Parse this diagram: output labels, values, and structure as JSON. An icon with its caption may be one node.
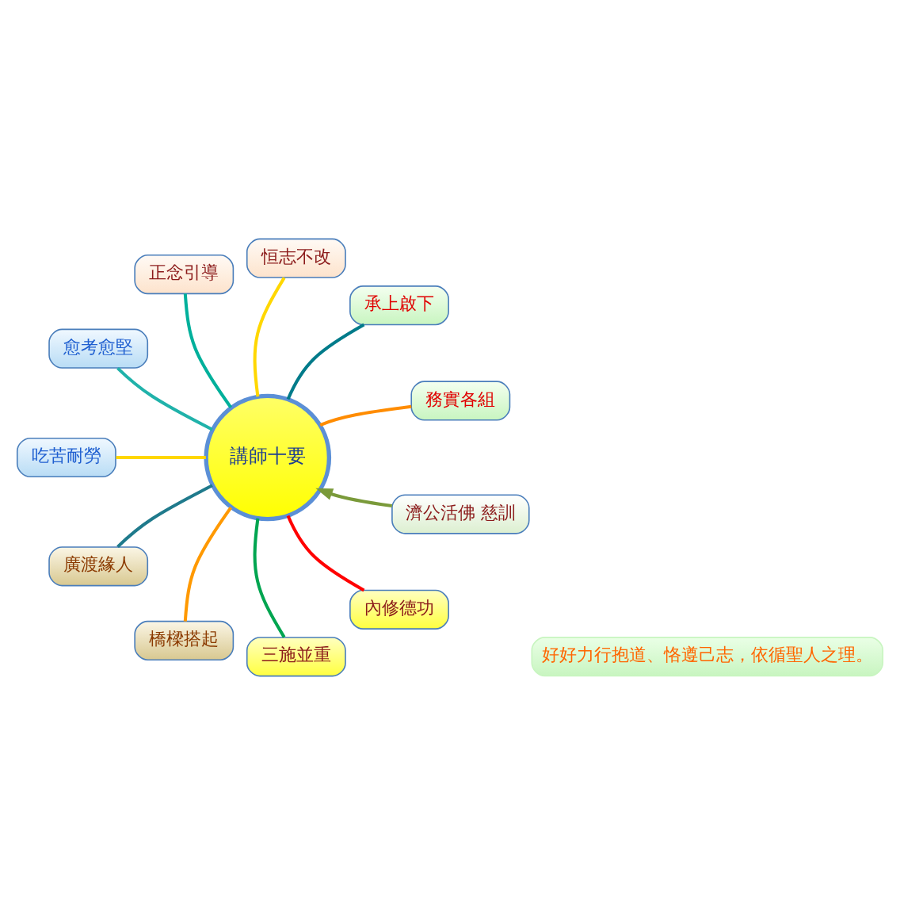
{
  "diagram": {
    "nodes": [
      {
        "text": [
          "濟公活佛 慈訓"
        ]
      },
      {
        "text": [
          "講師十要"
        ]
      },
      {
        "text": [
          "務實各組"
        ]
      },
      {
        "text": [
          "承上啟下"
        ]
      },
      {
        "text": [
          "恒志不改"
        ]
      },
      {
        "text": [
          "正念引導"
        ]
      },
      {
        "text": [
          "愈考愈堅"
        ]
      },
      {
        "text": [
          "吃苦耐勞"
        ]
      },
      {
        "text": [
          "廣渡緣人"
        ]
      },
      {
        "text": [
          "橋樑搭起"
        ]
      },
      {
        "text": [
          "三施並重"
        ]
      },
      {
        "text": [
          "內修德功"
        ]
      },
      {
        "text": [
          "好好力行抱道、恪遵己志，依循聖人之理。"
        ]
      }
    ],
    "edges": [
      {
        "from": 0,
        "to": 1,
        "arrow": "to",
        "color": "#7a9a3a"
      },
      {
        "from": 1,
        "to": 2,
        "arrow": "none",
        "color": "#ff8c00"
      },
      {
        "from": 1,
        "to": 3,
        "arrow": "none",
        "color": "#007b8a"
      },
      {
        "from": 1,
        "to": 4,
        "arrow": "none",
        "color": "#ffd700"
      },
      {
        "from": 1,
        "to": 5,
        "arrow": "none",
        "color": "#00b09b"
      },
      {
        "from": 1,
        "to": 6,
        "arrow": "none",
        "color": "#20b2aa"
      },
      {
        "from": 1,
        "to": 7,
        "arrow": "none",
        "color": "#ffd700"
      },
      {
        "from": 1,
        "to": 8,
        "arrow": "none",
        "color": "#1f7a8c"
      },
      {
        "from": 1,
        "to": 9,
        "arrow": "none",
        "color": "#ff9900"
      },
      {
        "from": 1,
        "to": 10,
        "arrow": "none",
        "color": "#00a550"
      },
      {
        "from": 1,
        "to": 11,
        "arrow": "none",
        "color": "#ff0000"
      }
    ]
  }
}
